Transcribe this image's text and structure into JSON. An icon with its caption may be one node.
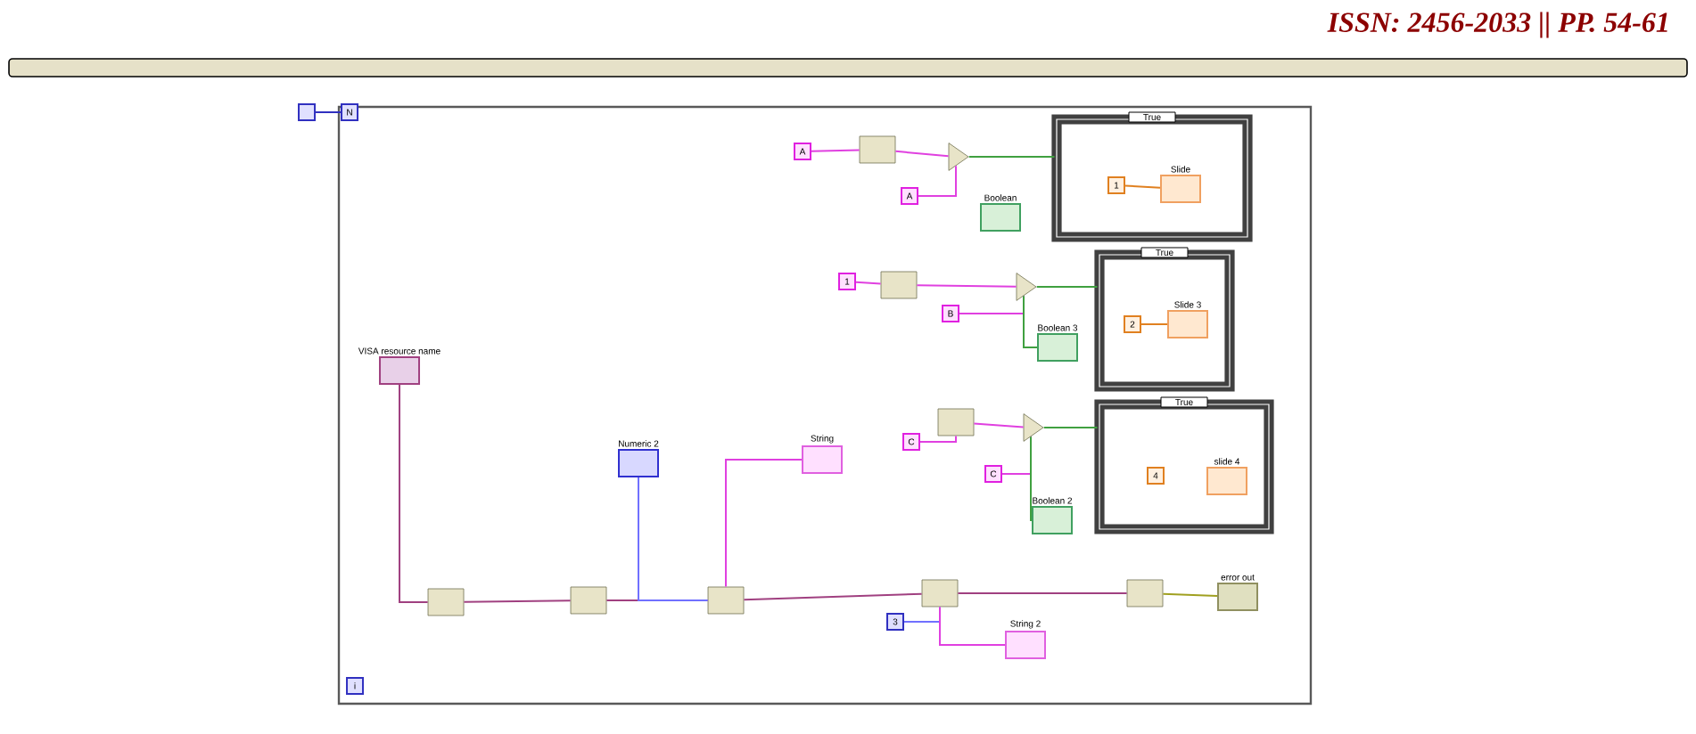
{
  "diagram": {
    "nodes": [
      {
        "text": [],
        "shape": "box"
      },
      {
        "text": [
          "N"
        ]
      },
      {
        "text": [
          "VISA resource name"
        ]
      },
      {
        "text": [],
        "shape": "box"
      },
      {
        "text": [],
        "shape": "box"
      },
      {
        "text": [],
        "shape": "box"
      },
      {
        "text": [
          "Numeric 2"
        ]
      },
      {
        "text": [
          "String"
        ]
      },
      {
        "text": [],
        "shape": "box"
      },
      {
        "text": [
          "3"
        ]
      },
      {
        "text": [
          "String 2"
        ]
      },
      {
        "text": [],
        "shape": "box"
      },
      {
        "text": [
          "error out"
        ]
      },
      {
        "text": [
          "i"
        ]
      },
      {
        "text": [
          "A"
        ]
      },
      {
        "text": [],
        "shape": "box"
      },
      {
        "text": [
          "A"
        ]
      },
      {
        "text": [],
        "shape": "triangle"
      },
      {
        "text": [
          "Boolean"
        ]
      },
      {
        "text": [
          "True"
        ]
      },
      {
        "text": [
          "1"
        ],
        "in": 19
      },
      {
        "text": [
          "Slide"
        ],
        "in": 19
      },
      {
        "text": [
          "1"
        ]
      },
      {
        "text": [],
        "shape": "box"
      },
      {
        "text": [
          "B"
        ]
      },
      {
        "text": [],
        "shape": "triangle"
      },
      {
        "text": [
          "Boolean 3"
        ]
      },
      {
        "text": [
          "True"
        ]
      },
      {
        "text": [
          "2"
        ],
        "in": 27
      },
      {
        "text": [
          "Slide 3"
        ],
        "in": 27
      },
      {
        "text": [
          "C"
        ]
      },
      {
        "text": [],
        "shape": "box"
      },
      {
        "text": [
          "C"
        ]
      },
      {
        "text": [],
        "shape": "triangle"
      },
      {
        "text": [
          "Boolean 2"
        ]
      },
      {
        "text": [
          "True"
        ]
      },
      {
        "text": [
          "4"
        ],
        "in": 35
      },
      {
        "text": [
          "slide 4"
        ],
        "in": 35
      }
    ],
    "edges": [
      {
        "from": 0,
        "to": 1,
        "arrow": "none",
        "color": "#3030c0"
      },
      {
        "from": 2,
        "to": 3,
        "arrow": "none",
        "color": "#a04080"
      },
      {
        "from": 3,
        "to": 4,
        "arrow": "none",
        "color": "#a04080"
      },
      {
        "from": 4,
        "to": 5,
        "arrow": "none",
        "color": "#a04080"
      },
      {
        "from": 6,
        "to": 5,
        "arrow": "none",
        "color": "#7070ff"
      },
      {
        "from": 5,
        "to": 7,
        "arrow": "none",
        "color": "#e040e0"
      },
      {
        "from": 5,
        "to": 8,
        "arrow": "none",
        "color": "#a04080"
      },
      {
        "from": 9,
        "to": 8,
        "arrow": "none",
        "color": "#7070ff"
      },
      {
        "from": 8,
        "to": 10,
        "arrow": "none",
        "color": "#e040e0"
      },
      {
        "from": 8,
        "to": 11,
        "arrow": "none",
        "color": "#a04080"
      },
      {
        "from": 11,
        "to": 12,
        "arrow": "none",
        "color": "#a0a020"
      },
      {
        "from": 14,
        "to": 15,
        "arrow": "none",
        "color": "#e040e0"
      },
      {
        "from": 15,
        "to": 17,
        "arrow": "none",
        "color": "#e040e0"
      },
      {
        "from": 16,
        "to": 17,
        "arrow": "none",
        "color": "#e040e0"
      },
      {
        "from": 17,
        "to": 19,
        "arrow": "none",
        "color": "#40a040"
      },
      {
        "from": 20,
        "to": 21,
        "arrow": "none",
        "color": "#e08020"
      },
      {
        "from": 22,
        "to": 23,
        "arrow": "none",
        "color": "#e040e0"
      },
      {
        "from": 23,
        "to": 25,
        "arrow": "none",
        "color": "#e040e0"
      },
      {
        "from": 24,
        "to": 25,
        "arrow": "none",
        "color": "#e040e0"
      },
      {
        "from": 25,
        "to": 26,
        "arrow": "none",
        "color": "#40a040"
      },
      {
        "from": 25,
        "to": 27,
        "arrow": "none",
        "color": "#40a040"
      },
      {
        "from": 28,
        "to": 29,
        "arrow": "none",
        "color": "#e08020"
      },
      {
        "from": 30,
        "to": 31,
        "arrow": "none",
        "color": "#e040e0"
      },
      {
        "from": 31,
        "to": 33,
        "arrow": "none",
        "color": "#e040e0"
      },
      {
        "from": 32,
        "to": 33,
        "arrow": "none",
        "color": "#e040e0"
      },
      {
        "from": 33,
        "to": 34,
        "arrow": "none",
        "color": "#40a040"
      },
      {
        "from": 33,
        "to": 35,
        "arrow": "none",
        "color": "#40a040"
      }
    ],
    "labels": [
      "ISSN: 2456-2033 || PP. 54-61"
    ]
  }
}
